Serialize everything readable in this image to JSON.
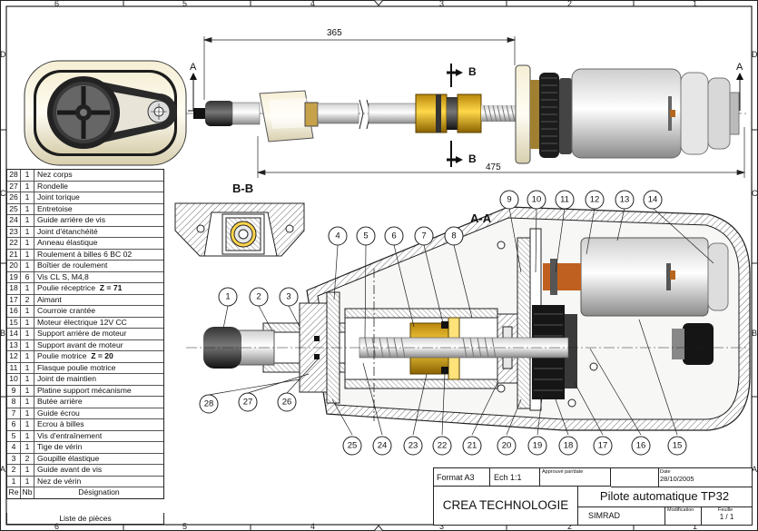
{
  "dimensions": {
    "length_top": "365",
    "length_bottom": "475"
  },
  "section_marks": {
    "a_left": "A",
    "a_right": "A",
    "b_top": "B",
    "b_bottom": "B"
  },
  "views": {
    "section_bb": "B-B",
    "section_aa": "A-A"
  },
  "border": {
    "top_numbers": [
      "6",
      "5",
      "4",
      "3",
      "2",
      "1"
    ],
    "side_letters": [
      "D",
      "C",
      "B",
      "A"
    ]
  },
  "callouts_top": [
    "9",
    "10",
    "11",
    "12",
    "13",
    "14"
  ],
  "callouts_mid": [
    "1",
    "2",
    "3",
    "4",
    "5",
    "6",
    "7",
    "8"
  ],
  "callouts_bottom": [
    "28",
    "27",
    "26",
    "25",
    "24",
    "23",
    "22",
    "21",
    "20",
    "19",
    "18",
    "17",
    "16",
    "15"
  ],
  "parts_list": {
    "header": {
      "rep": "Re",
      "nb": "Nb",
      "designation": "Désignation"
    },
    "caption": "Liste de pièces",
    "rows": [
      {
        "rep": "28",
        "nb": "1",
        "des": "Nez corps"
      },
      {
        "rep": "27",
        "nb": "1",
        "des": "Rondelle"
      },
      {
        "rep": "26",
        "nb": "1",
        "des": "Joint torique"
      },
      {
        "rep": "25",
        "nb": "1",
        "des": "Entretoise"
      },
      {
        "rep": "24",
        "nb": "1",
        "des": "Guide arrière de vis"
      },
      {
        "rep": "23",
        "nb": "1",
        "des": "Joint d'étanchéité"
      },
      {
        "rep": "22",
        "nb": "1",
        "des": "Anneau élastique"
      },
      {
        "rep": "21",
        "nb": "1",
        "des": "Roulement à billes 6 BC 02"
      },
      {
        "rep": "20",
        "nb": "1",
        "des": "Boîtier de roulement"
      },
      {
        "rep": "19",
        "nb": "6",
        "des": "Vis CL S, M4,8"
      },
      {
        "rep": "18",
        "nb": "1",
        "des": "Poulie réceptrice"
      },
      {
        "rep": "17",
        "nb": "2",
        "des": "Aimant"
      },
      {
        "rep": "16",
        "nb": "1",
        "des": "Courroie crantée"
      },
      {
        "rep": "15",
        "nb": "1",
        "des": "Moteur électrique 12V CC"
      },
      {
        "rep": "14",
        "nb": "1",
        "des": "Support arrière de moteur"
      },
      {
        "rep": "13",
        "nb": "1",
        "des": "Support avant de moteur"
      },
      {
        "rep": "12",
        "nb": "1",
        "des": "Poulie motrice"
      },
      {
        "rep": "11",
        "nb": "1",
        "des": "Flasque poulie motrice"
      },
      {
        "rep": "10",
        "nb": "1",
        "des": "Joint de maintien"
      },
      {
        "rep": "9",
        "nb": "1",
        "des": "Platine support mécanisme"
      },
      {
        "rep": "8",
        "nb": "1",
        "des": "Butée arrière"
      },
      {
        "rep": "7",
        "nb": "1",
        "des": "Guide écrou"
      },
      {
        "rep": "6",
        "nb": "1",
        "des": "Ecrou à billes"
      },
      {
        "rep": "5",
        "nb": "1",
        "des": "Vis d'entraînement"
      },
      {
        "rep": "4",
        "nb": "1",
        "des": "Tige de vérin"
      },
      {
        "rep": "3",
        "nb": "2",
        "des": "Goupille élastique"
      },
      {
        "rep": "2",
        "nb": "1",
        "des": "Guide avant de vis"
      },
      {
        "rep": "1",
        "nb": "1",
        "des": "Nez de vérin"
      }
    ],
    "annotations": {
      "z_18": "Z = 71",
      "z_12": "Z = 20"
    }
  },
  "title_block": {
    "format": "Format A3",
    "scale": "Ech 1:1",
    "approved_label": "Approuvé par/date",
    "date_label": "Date",
    "date": "28/10/2005",
    "company": "CREA TECHNOLOGIE",
    "title": "Pilote automatique TP32",
    "subtitle": "SIMRAD",
    "modification_label": "Modification",
    "sheet_label": "Feuille",
    "sheet": "1 / 1"
  }
}
